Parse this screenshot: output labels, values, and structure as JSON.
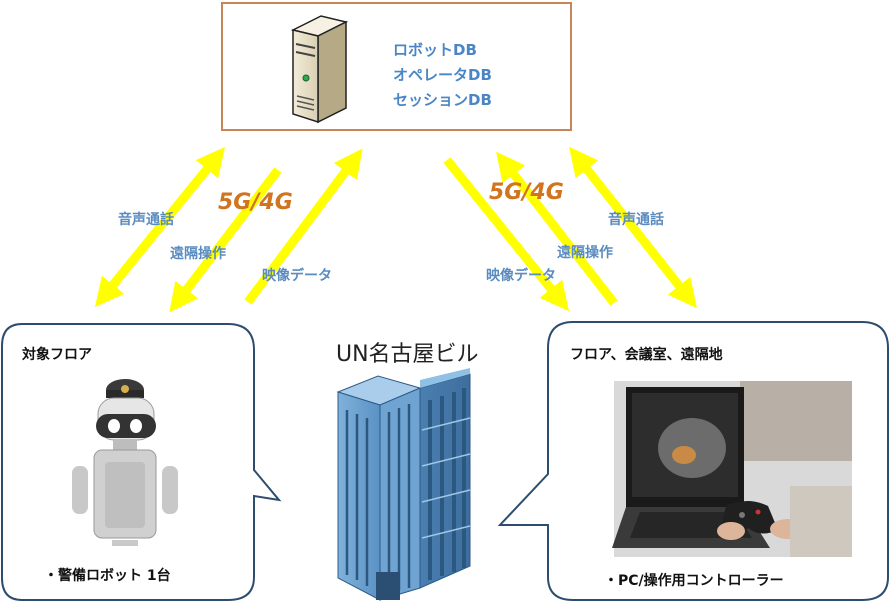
{
  "server": {
    "db_lines": [
      "ロボットDB",
      "オペレータDB",
      "セッションDB"
    ]
  },
  "links": {
    "left": {
      "network": "5G/4G",
      "voice": "音声通話",
      "remote": "遠隔操作",
      "video": "映像データ"
    },
    "right": {
      "network": "5G/4G",
      "voice": "音声通話",
      "remote": "遠隔操作",
      "video": "映像データ"
    }
  },
  "building": {
    "label": "UN名古屋ビル"
  },
  "left_bubble": {
    "title": "対象フロア",
    "caption": "・警備ロボット 1台"
  },
  "right_bubble": {
    "title": "フロア、会議室、遠隔地",
    "caption": "・PC/操作用コントローラー"
  },
  "colors": {
    "arrow": "#ffff00",
    "server_box_border": "#c9855a",
    "bubble_border": "#2d4d6e",
    "label_blue": "#5b8cc0",
    "label_orange": "#d2731e",
    "building": "#5e97c9"
  }
}
